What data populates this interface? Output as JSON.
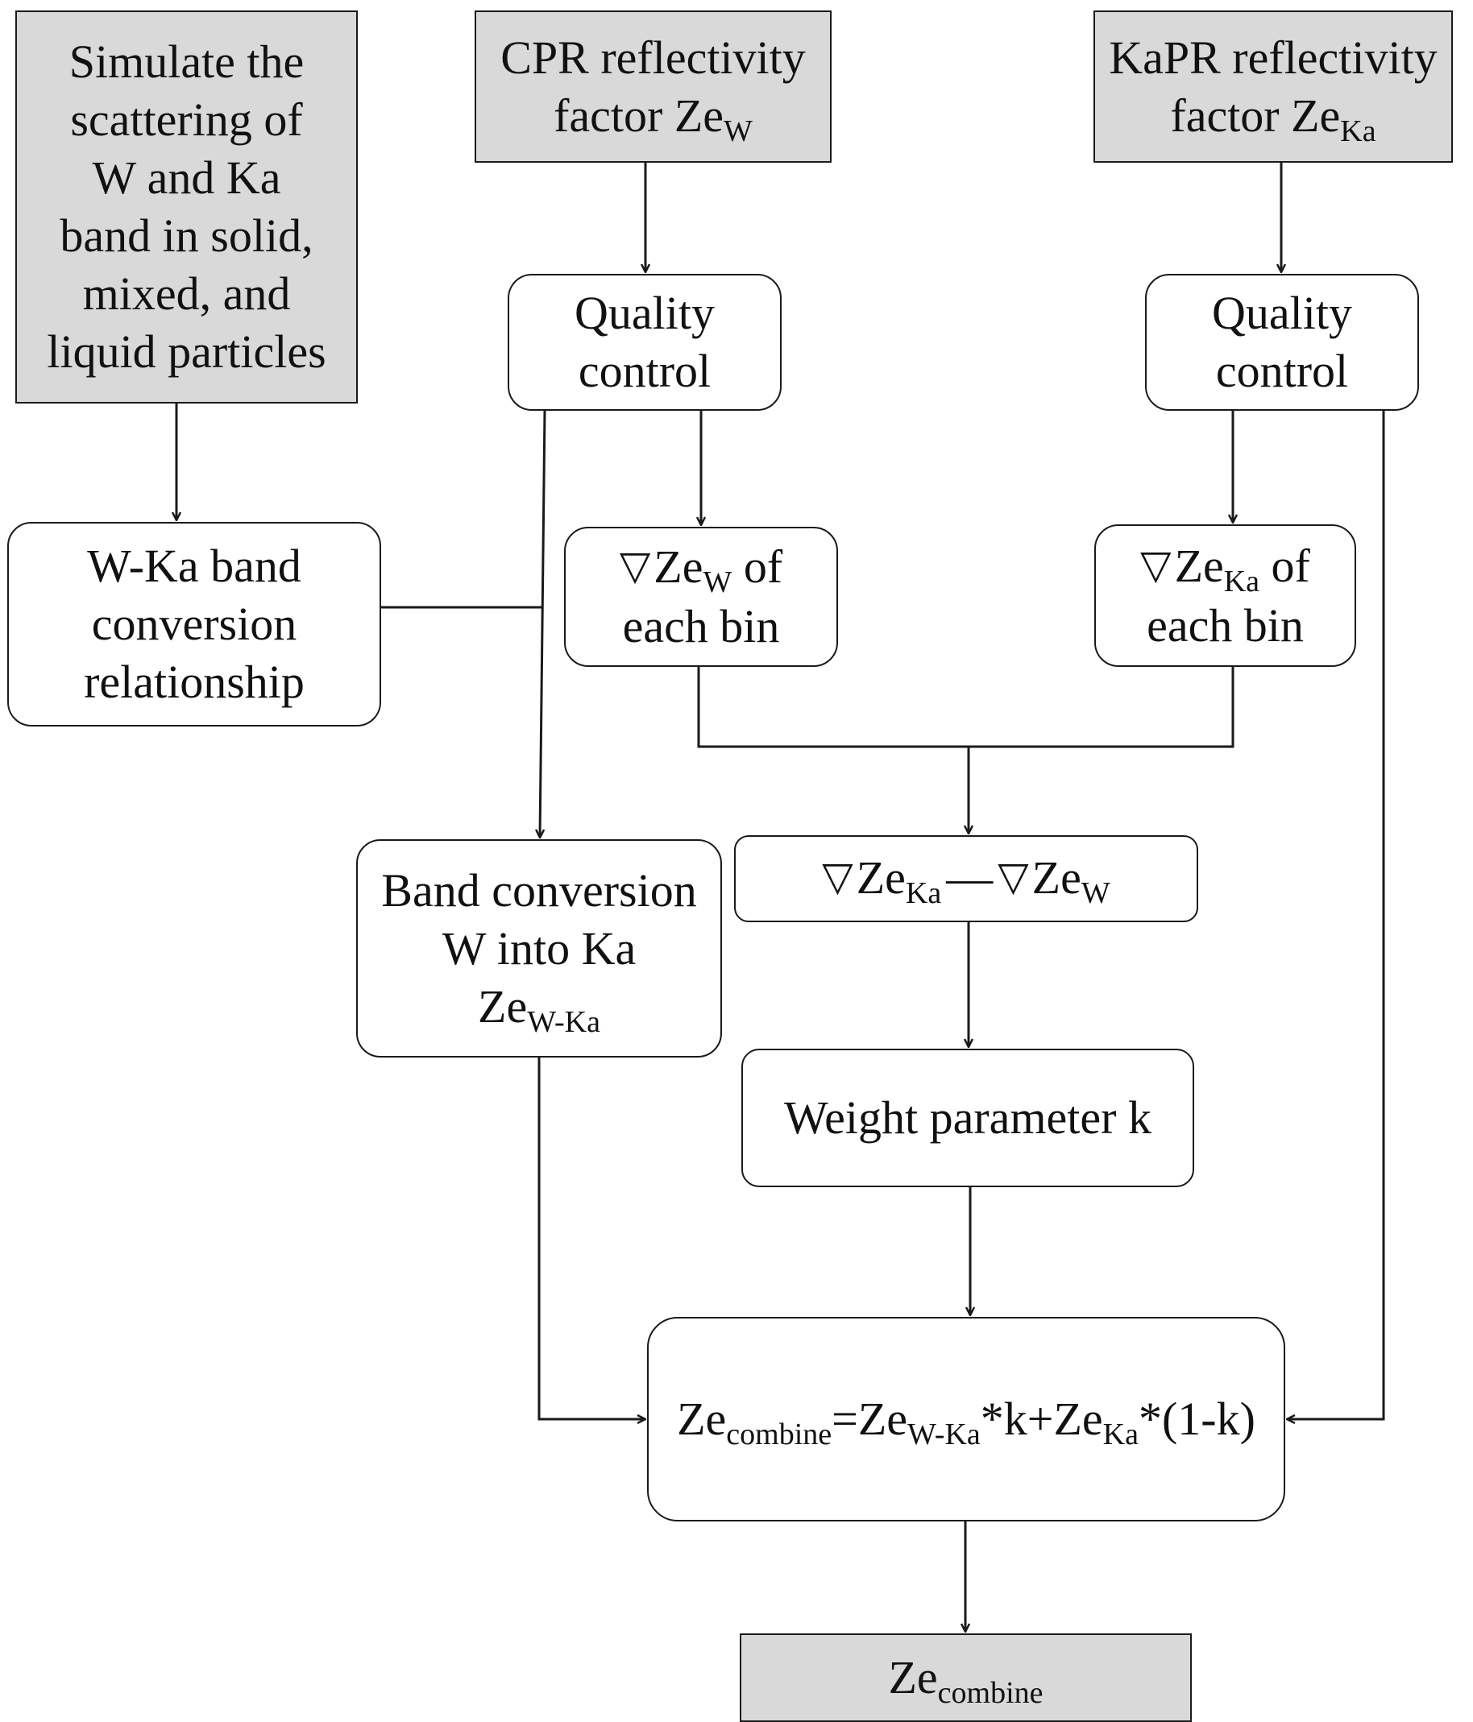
{
  "nodes": {
    "simulate": {
      "lines": [
        "Simulate the",
        "scattering of",
        "W and Ka",
        "band in solid,",
        "mixed, and",
        "liquid particles"
      ]
    },
    "cpr": {
      "line1": "CPR reflectivity",
      "line2_main": "factor Ze",
      "line2_sub": "W"
    },
    "kapr": {
      "line1": "KaPR reflectivity",
      "line2_main": "factor Ze",
      "line2_sub": "Ka"
    },
    "qc_w": {
      "lines": [
        "Quality",
        "control"
      ]
    },
    "qc_ka": {
      "lines": [
        "Quality",
        "control"
      ]
    },
    "wka_relation": {
      "lines": [
        "W-Ka band",
        "conversion",
        "relationship"
      ]
    },
    "grad_w": {
      "symbol": "▽",
      "main": "Ze",
      "sub": "W",
      "tail": " of",
      "line2": "each bin"
    },
    "grad_ka": {
      "symbol": "▽",
      "main": "Ze",
      "sub": "Ka",
      "tail": " of",
      "line2": "each bin"
    },
    "band_conv": {
      "line1": "Band conversion",
      "line2": "W into Ka",
      "line3_main": "Ze",
      "line3_sub": "W-Ka"
    },
    "diff": {
      "symbol1": "▽",
      "main1": "Ze",
      "sub1": "Ka",
      "minus": "—",
      "symbol2": "▽",
      "main2": "Ze",
      "sub2": "W"
    },
    "weight": {
      "label": "Weight parameter k"
    },
    "formula": {
      "p1": "Ze",
      "s1": "combine",
      "p2": "=Ze",
      "s2": "W-Ka",
      "p3": "*k+Ze",
      "s3": "Ka",
      "p4": "*(1-k)"
    },
    "output": {
      "main": "Ze",
      "sub": "combine"
    }
  },
  "colors": {
    "process_fill": "#d9d9d9",
    "box_fill": "#ffffff",
    "stroke": "#1a1a1a"
  }
}
